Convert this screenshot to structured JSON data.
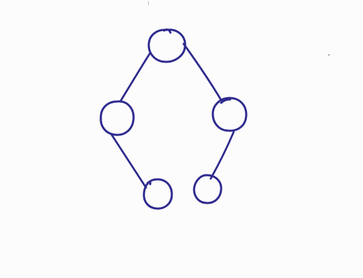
{
  "drawing": {
    "kind": "hand-drawn tree sketch",
    "ink_color": "#2e2a8e",
    "paper_color": "#fcfcfc",
    "node_count": 5,
    "edge_count": 4,
    "nodes": [
      {
        "id": "root"
      },
      {
        "id": "left-child"
      },
      {
        "id": "right-child"
      },
      {
        "id": "left-grandchild"
      },
      {
        "id": "right-grandchild"
      }
    ],
    "edges": [
      {
        "from": "root",
        "to": "left-child"
      },
      {
        "from": "root",
        "to": "right-child"
      },
      {
        "from": "left-child",
        "to": "left-grandchild"
      },
      {
        "from": "right-child",
        "to": "right-grandchild"
      }
    ]
  }
}
